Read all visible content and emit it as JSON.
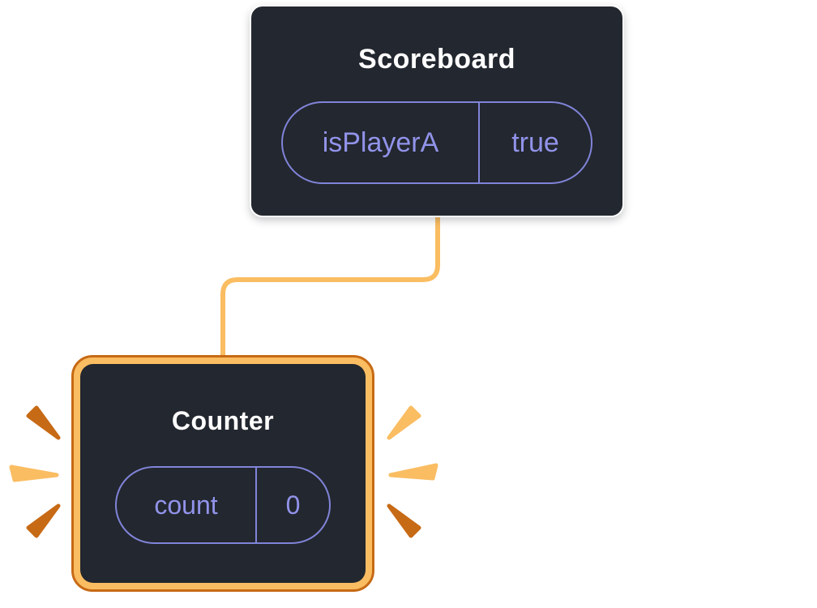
{
  "colors": {
    "background": "#ffffff",
    "card_bg": "#23272F",
    "card_text": "#ffffff",
    "pill_border": "#8084D9",
    "pill_text": "#9193EA",
    "highlight_light": "#FABD62",
    "highlight_dark": "#C76A15"
  },
  "scoreboard": {
    "title": "Scoreboard",
    "state": {
      "key": "isPlayerA",
      "value": "true"
    }
  },
  "counter": {
    "title": "Counter",
    "state": {
      "key": "count",
      "value": "0"
    }
  }
}
